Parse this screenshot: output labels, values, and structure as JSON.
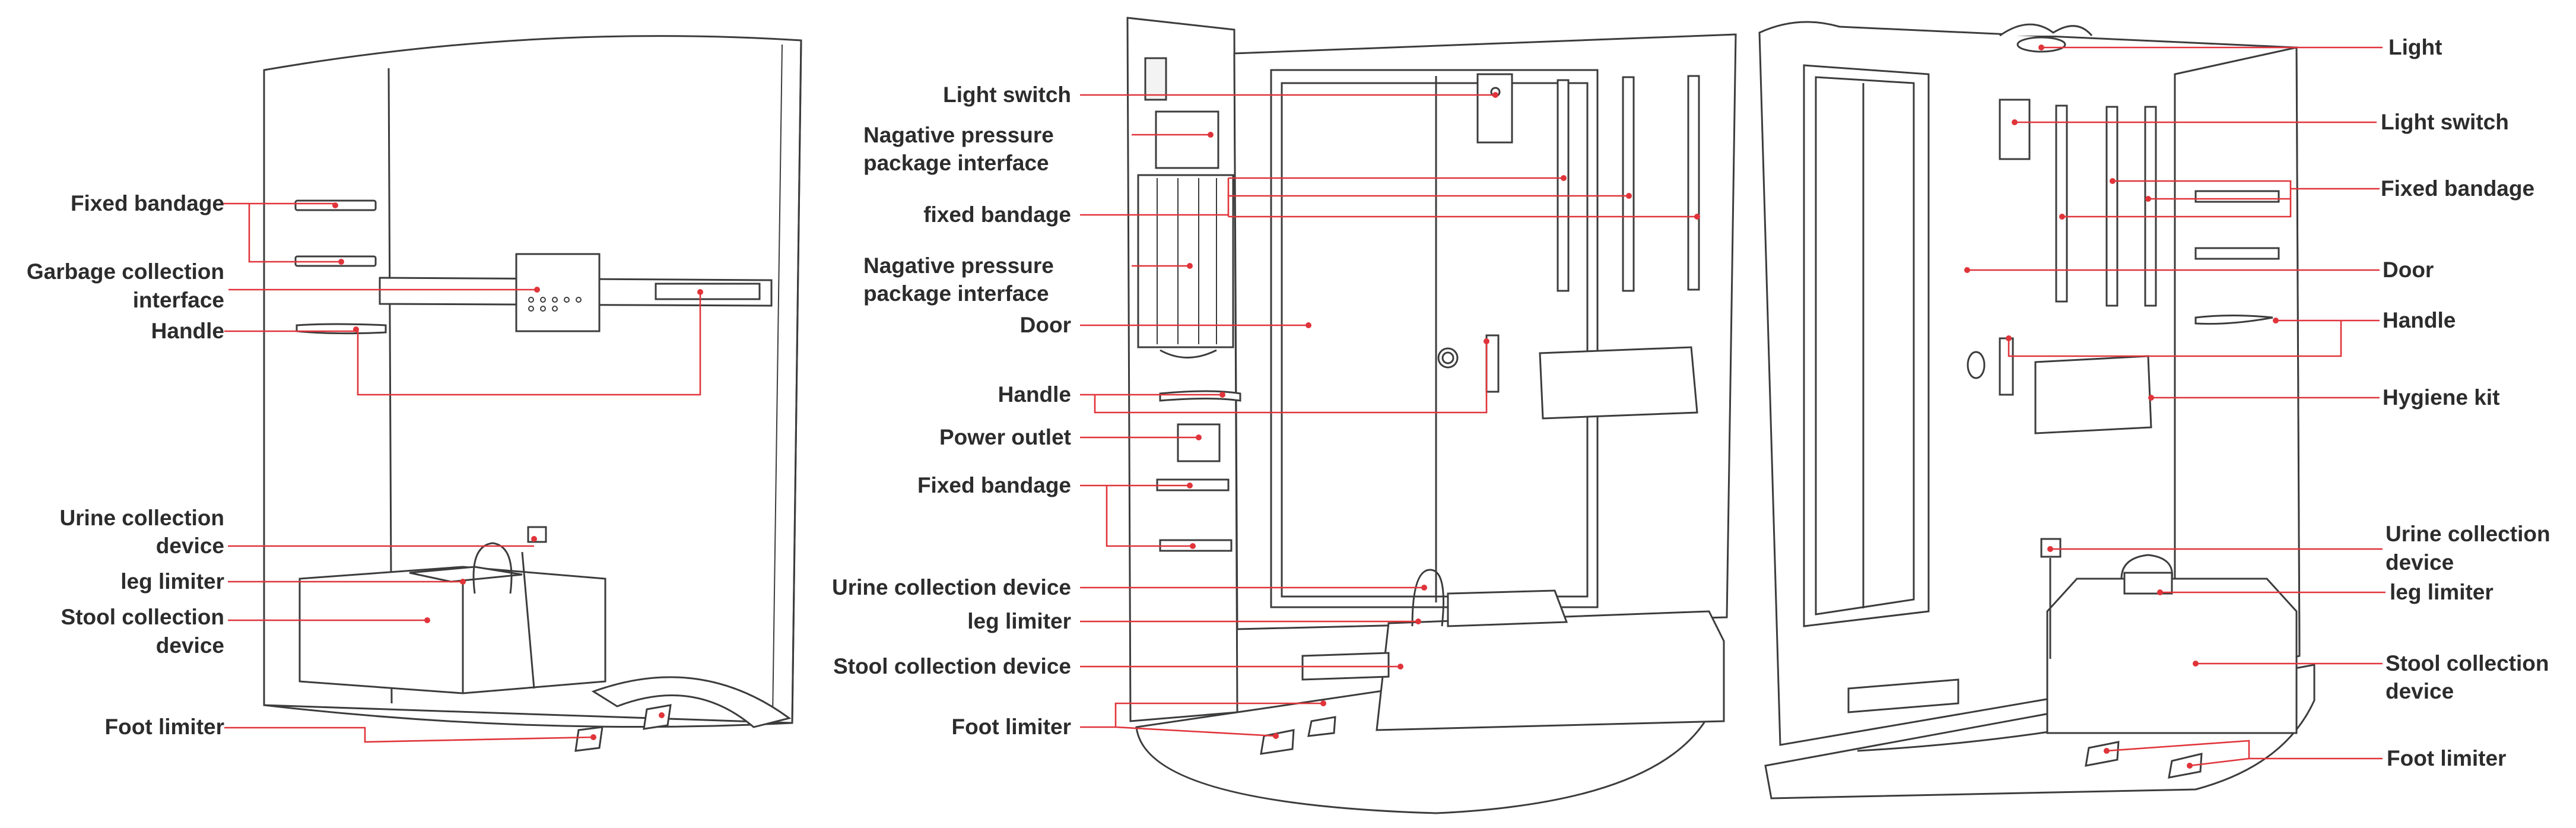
{
  "panels": [
    {
      "labels": [
        {
          "id": "fixed-bandage",
          "lines": [
            "Fixed bandage"
          ]
        },
        {
          "id": "garbage-collection-interface",
          "lines": [
            "Garbage collection",
            "interface"
          ]
        },
        {
          "id": "handle",
          "lines": [
            "Handle"
          ]
        },
        {
          "id": "urine-collection-device",
          "lines": [
            "Urine collection",
            "device"
          ]
        },
        {
          "id": "leg-limiter",
          "lines": [
            "leg limiter"
          ]
        },
        {
          "id": "stool-collection-device",
          "lines": [
            "Stool  collection",
            "device"
          ]
        },
        {
          "id": "foot-limiter",
          "lines": [
            "Foot limiter"
          ]
        }
      ]
    },
    {
      "labels": [
        {
          "id": "light-switch",
          "lines": [
            "Light switch"
          ]
        },
        {
          "id": "negative-pressure-interface-top",
          "lines": [
            "Nagative pressure",
            "package interface"
          ]
        },
        {
          "id": "fixed-bandage-wall",
          "lines": [
            "fixed bandage"
          ]
        },
        {
          "id": "negative-pressure-interface-side",
          "lines": [
            "Nagative pressure",
            "package interface"
          ]
        },
        {
          "id": "door",
          "lines": [
            "Door"
          ]
        },
        {
          "id": "handle",
          "lines": [
            "Handle"
          ]
        },
        {
          "id": "power-outlet",
          "lines": [
            "Power outlet"
          ]
        },
        {
          "id": "fixed-bandage-side",
          "lines": [
            "Fixed bandage"
          ]
        },
        {
          "id": "urine-collection-device",
          "lines": [
            "Urine collection device"
          ]
        },
        {
          "id": "leg-limiter",
          "lines": [
            "leg limiter"
          ]
        },
        {
          "id": "stool-collection-device",
          "lines": [
            "Stool collection device"
          ]
        },
        {
          "id": "foot-limiter",
          "lines": [
            "Foot limiter"
          ]
        }
      ]
    },
    {
      "labels": [
        {
          "id": "light",
          "lines": [
            "Light"
          ]
        },
        {
          "id": "light-switch",
          "lines": [
            "Light switch"
          ]
        },
        {
          "id": "fixed-bandage",
          "lines": [
            "Fixed bandage"
          ]
        },
        {
          "id": "door",
          "lines": [
            "Door"
          ]
        },
        {
          "id": "handle",
          "lines": [
            "Handle"
          ]
        },
        {
          "id": "hygiene-kit",
          "lines": [
            "Hygiene kit"
          ]
        },
        {
          "id": "urine-collection-device",
          "lines": [
            "Urine collection",
            "device"
          ]
        },
        {
          "id": "leg-limiter",
          "lines": [
            "leg limiter"
          ]
        },
        {
          "id": "stool-collection-device",
          "lines": [
            "Stool  collection",
            "device"
          ]
        },
        {
          "id": "foot-limiter",
          "lines": [
            "Foot limiter"
          ]
        }
      ]
    }
  ],
  "colors": {
    "leader": "#e0343a",
    "outline": "#3c3c3c",
    "text": "#2c2c2c"
  }
}
